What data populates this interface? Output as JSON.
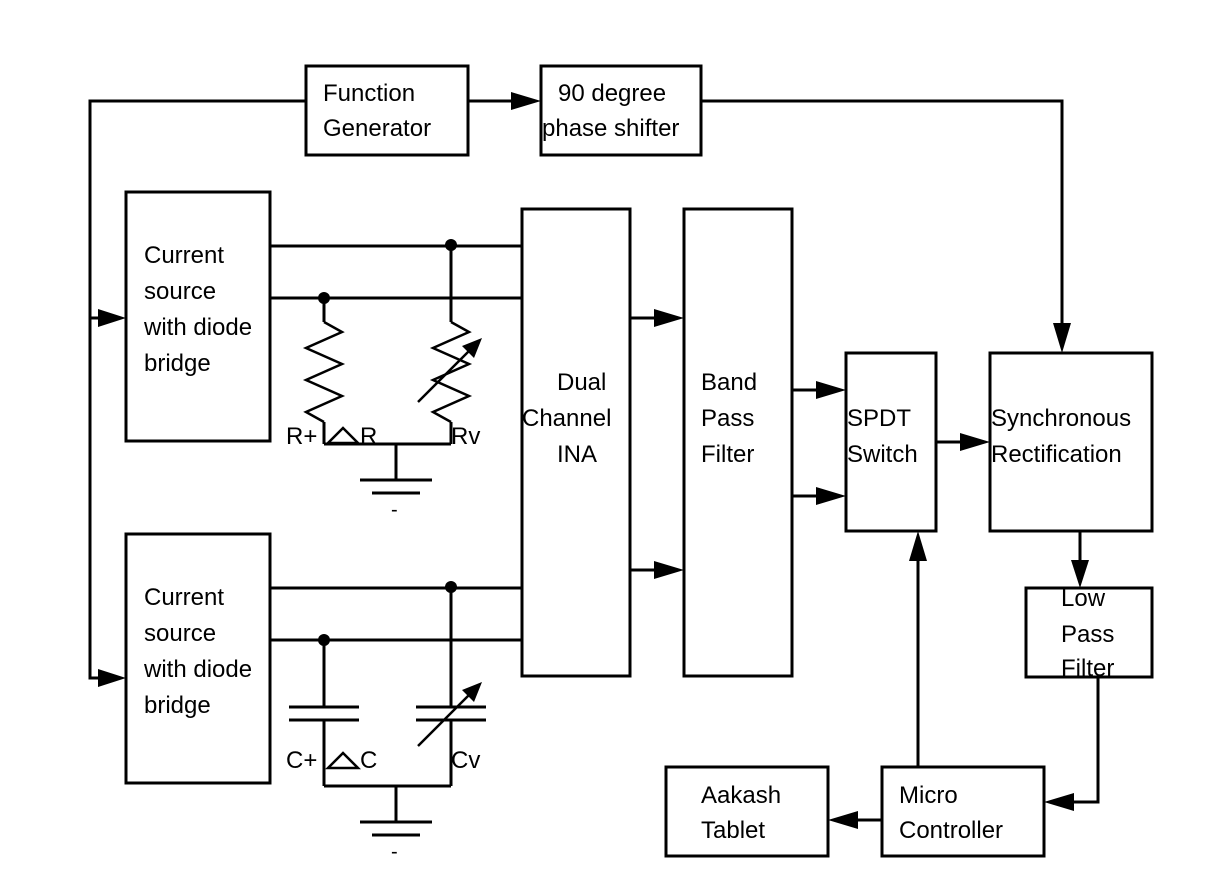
{
  "blocks": {
    "function_generator": [
      "Function",
      "Generator"
    ],
    "phase_shifter": [
      "90 degree",
      "phase shifter"
    ],
    "current_source_top": [
      "Current",
      "source",
      "with diode",
      "bridge"
    ],
    "current_source_bottom": [
      "Current",
      "source",
      "with diode",
      "bridge"
    ],
    "dual_channel_ina": [
      "Dual",
      "Channel",
      "INA"
    ],
    "band_pass_filter": [
      "Band",
      "Pass",
      "Filter"
    ],
    "spdt_switch": [
      "SPDT",
      "Switch"
    ],
    "synchronous_rectification": [
      "Synchronous",
      "Rectification"
    ],
    "low_pass_filter": [
      "Low",
      "Pass",
      "Filter"
    ],
    "micro_controller": [
      "Micro",
      "Controller"
    ],
    "aakash_tablet": [
      "Aakash",
      "Tablet"
    ]
  },
  "components": {
    "r_plus": "R+",
    "delta_r": "R",
    "r_v": "Rv",
    "c_plus": "C+",
    "delta_c": "C",
    "c_v": "Cv",
    "ground_top": "-",
    "ground_bottom": "-"
  }
}
